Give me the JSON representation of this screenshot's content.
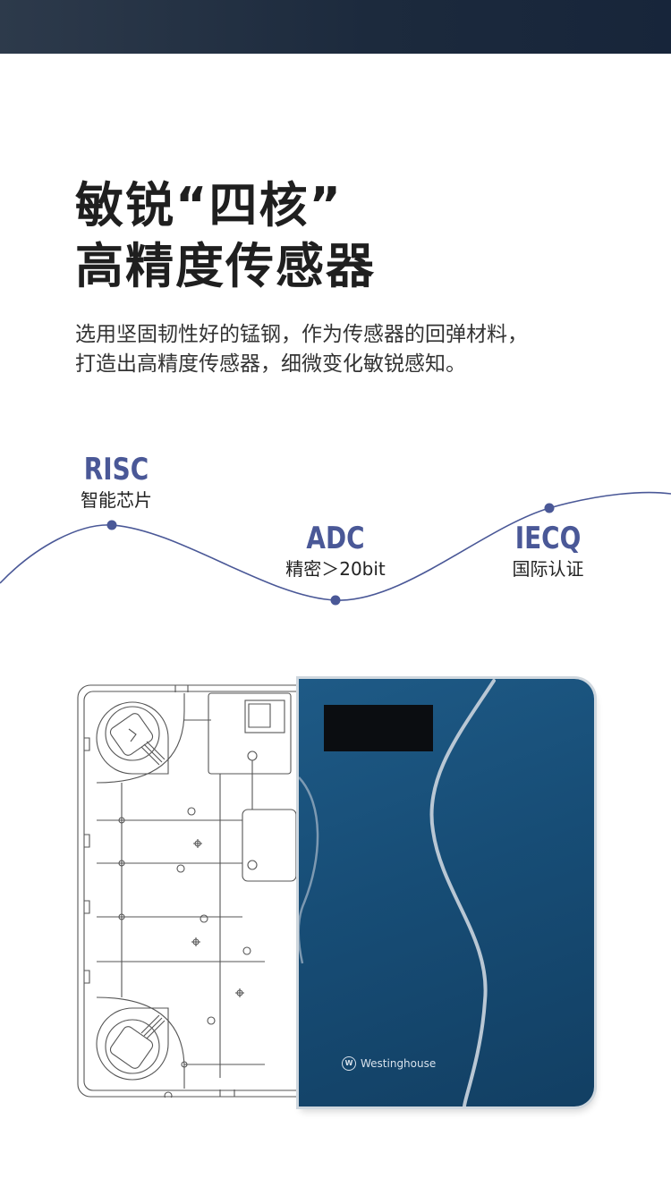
{
  "headline": {
    "line1": "敏锐“四核”",
    "line2": "高精度传感器"
  },
  "description": {
    "line1": "选用坚固韧性好的锰钢，作为传感器的回弹材料，",
    "line2": "打造出高精度传感器，细微变化敏锐感知。"
  },
  "features": [
    {
      "code": "RISC",
      "label": "智能芯片"
    },
    {
      "code": "ADC",
      "label": "精密＞20bit"
    },
    {
      "code": "IECQ",
      "label": "国际认证"
    }
  ],
  "product": {
    "brand_name": "Westinghouse",
    "brand_logo_letter": "W",
    "scale_color": "#174d76",
    "accent_color": "#4a5897"
  }
}
